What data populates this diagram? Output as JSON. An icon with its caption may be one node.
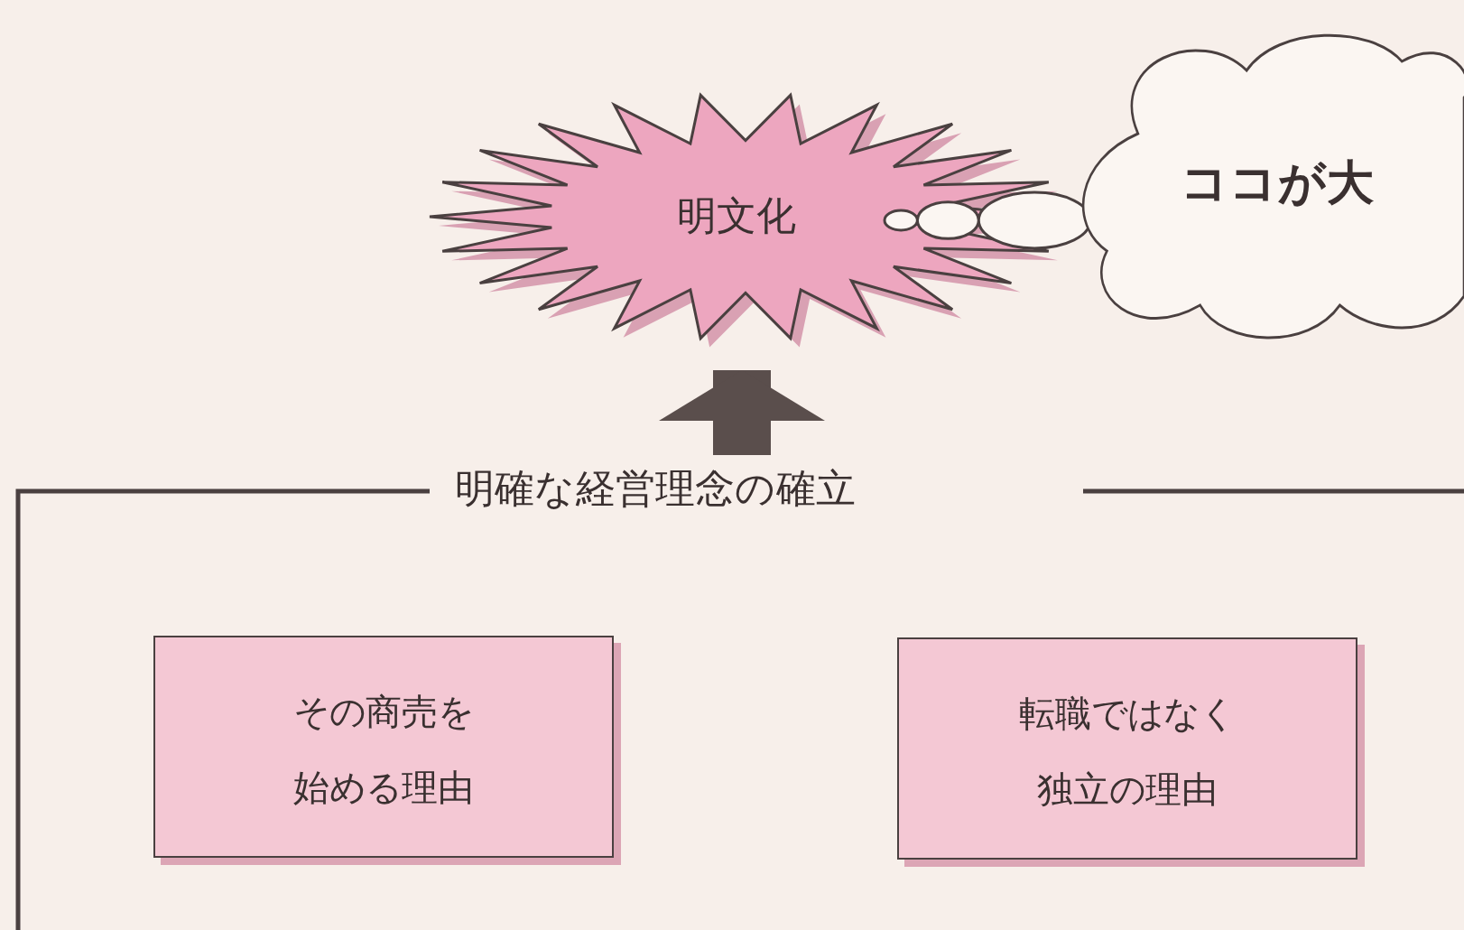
{
  "diagram": {
    "nodes": [
      {
        "text": [
          "明文化"
        ]
      },
      {
        "text": [
          "ココが大"
        ]
      },
      {
        "text": [
          "明確な経営理念の確立"
        ]
      },
      {
        "text": [
          "その商売を始める理由"
        ],
        "in": 2
      },
      {
        "text": [
          "転職ではなく独立の理由"
        ],
        "in": 2
      }
    ],
    "edges": [
      {
        "from": 2,
        "to": 0,
        "arrow": "to",
        "style": "thick"
      },
      {
        "from": 0,
        "to": 1,
        "arrow": "none"
      }
    ]
  }
}
